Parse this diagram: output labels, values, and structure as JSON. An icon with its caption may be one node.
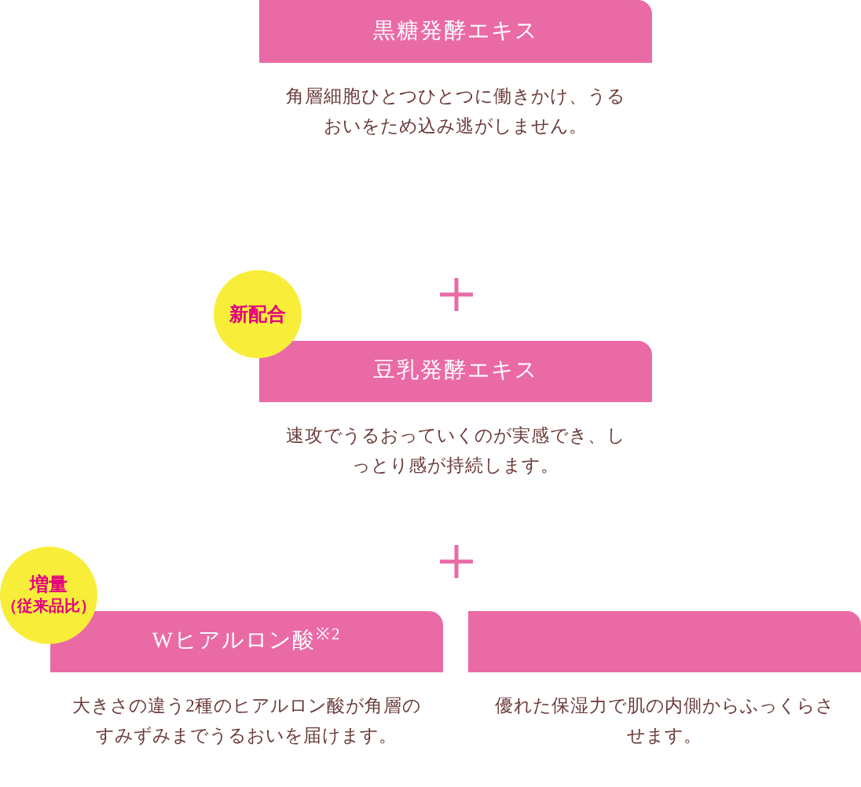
{
  "diagram": {
    "nodes": [
      {
        "text": [
          "黒糖発酵エキス"
        ],
        "beside": [
          "角層細胞ひとつひとつに働きかけ、うるおいをため込み逃がしません。"
        ]
      },
      {
        "text": [
          "新配合"
        ]
      },
      {
        "text": [
          "豆乳発酵エキス"
        ],
        "beside": [
          "速攻でうるおっていくのが実感でき、しっとり感が持続します。"
        ]
      },
      {
        "text": [
          "増量",
          "（従来品比）"
        ]
      },
      {
        "text": [
          "Wヒアルロン酸$^{※2}$"
        ],
        "beside": [
          "大きさの違う2種のヒアルロン酸が角層のすみずみまでうるおいを届けます。"
        ]
      },
      {
        "text": [],
        "shape": "box",
        "beside": [
          "優れた保湿力で肌の内側からふっくらさせます。"
        ]
      }
    ],
    "edges": []
  }
}
